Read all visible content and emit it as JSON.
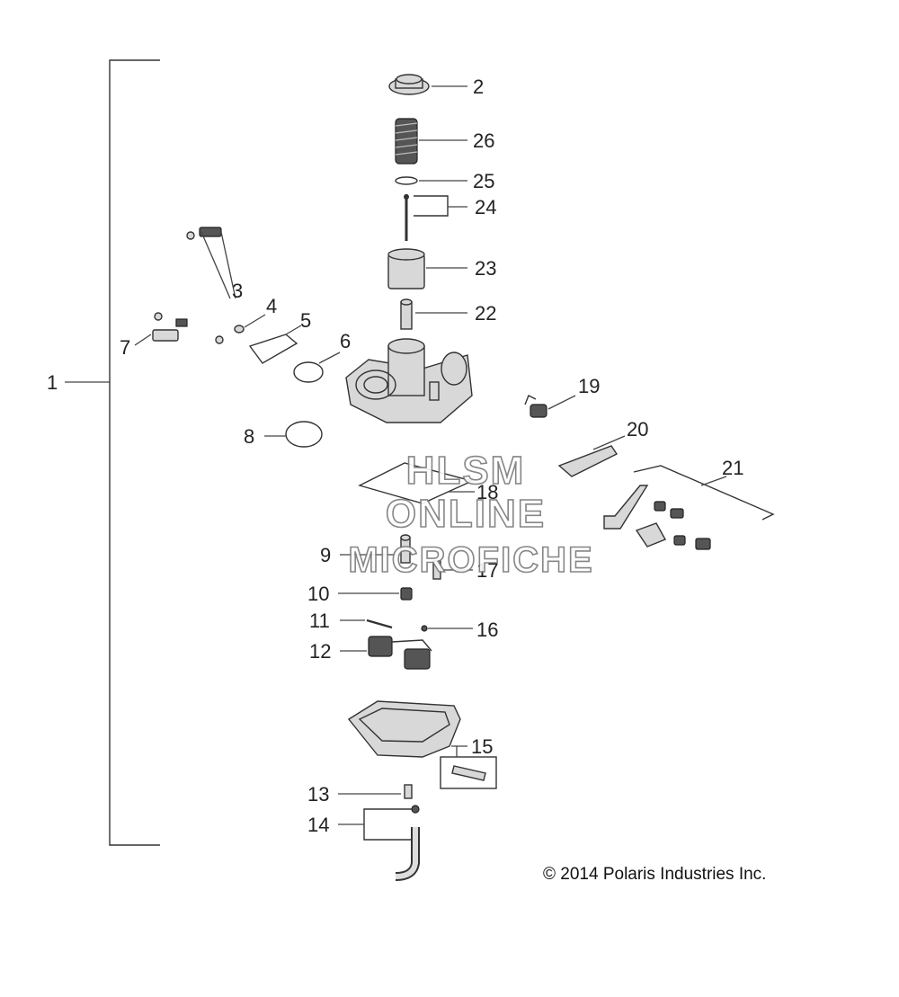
{
  "diagram": {
    "part_numbers": [
      "1",
      "2",
      "3",
      "4",
      "5",
      "6",
      "7",
      "8",
      "9",
      "10",
      "11",
      "12",
      "13",
      "14",
      "15",
      "16",
      "17",
      "18",
      "19",
      "20",
      "21",
      "22",
      "23",
      "24",
      "25",
      "26"
    ],
    "watermark": [
      "HLSM",
      "ONLINE",
      "MICROFICHE"
    ],
    "copyright": "© 2014 Polaris Industries Inc."
  }
}
